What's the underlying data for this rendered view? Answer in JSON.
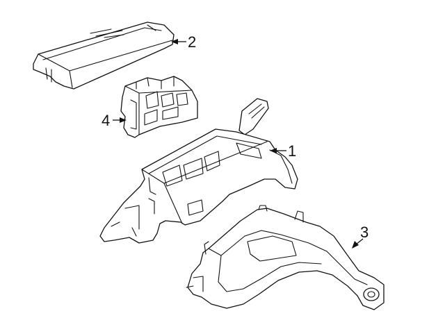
{
  "diagram": {
    "callouts": [
      {
        "id": "part-1",
        "label": "1"
      },
      {
        "id": "part-2",
        "label": "2"
      },
      {
        "id": "part-3",
        "label": "3"
      },
      {
        "id": "part-4",
        "label": "4"
      }
    ]
  }
}
